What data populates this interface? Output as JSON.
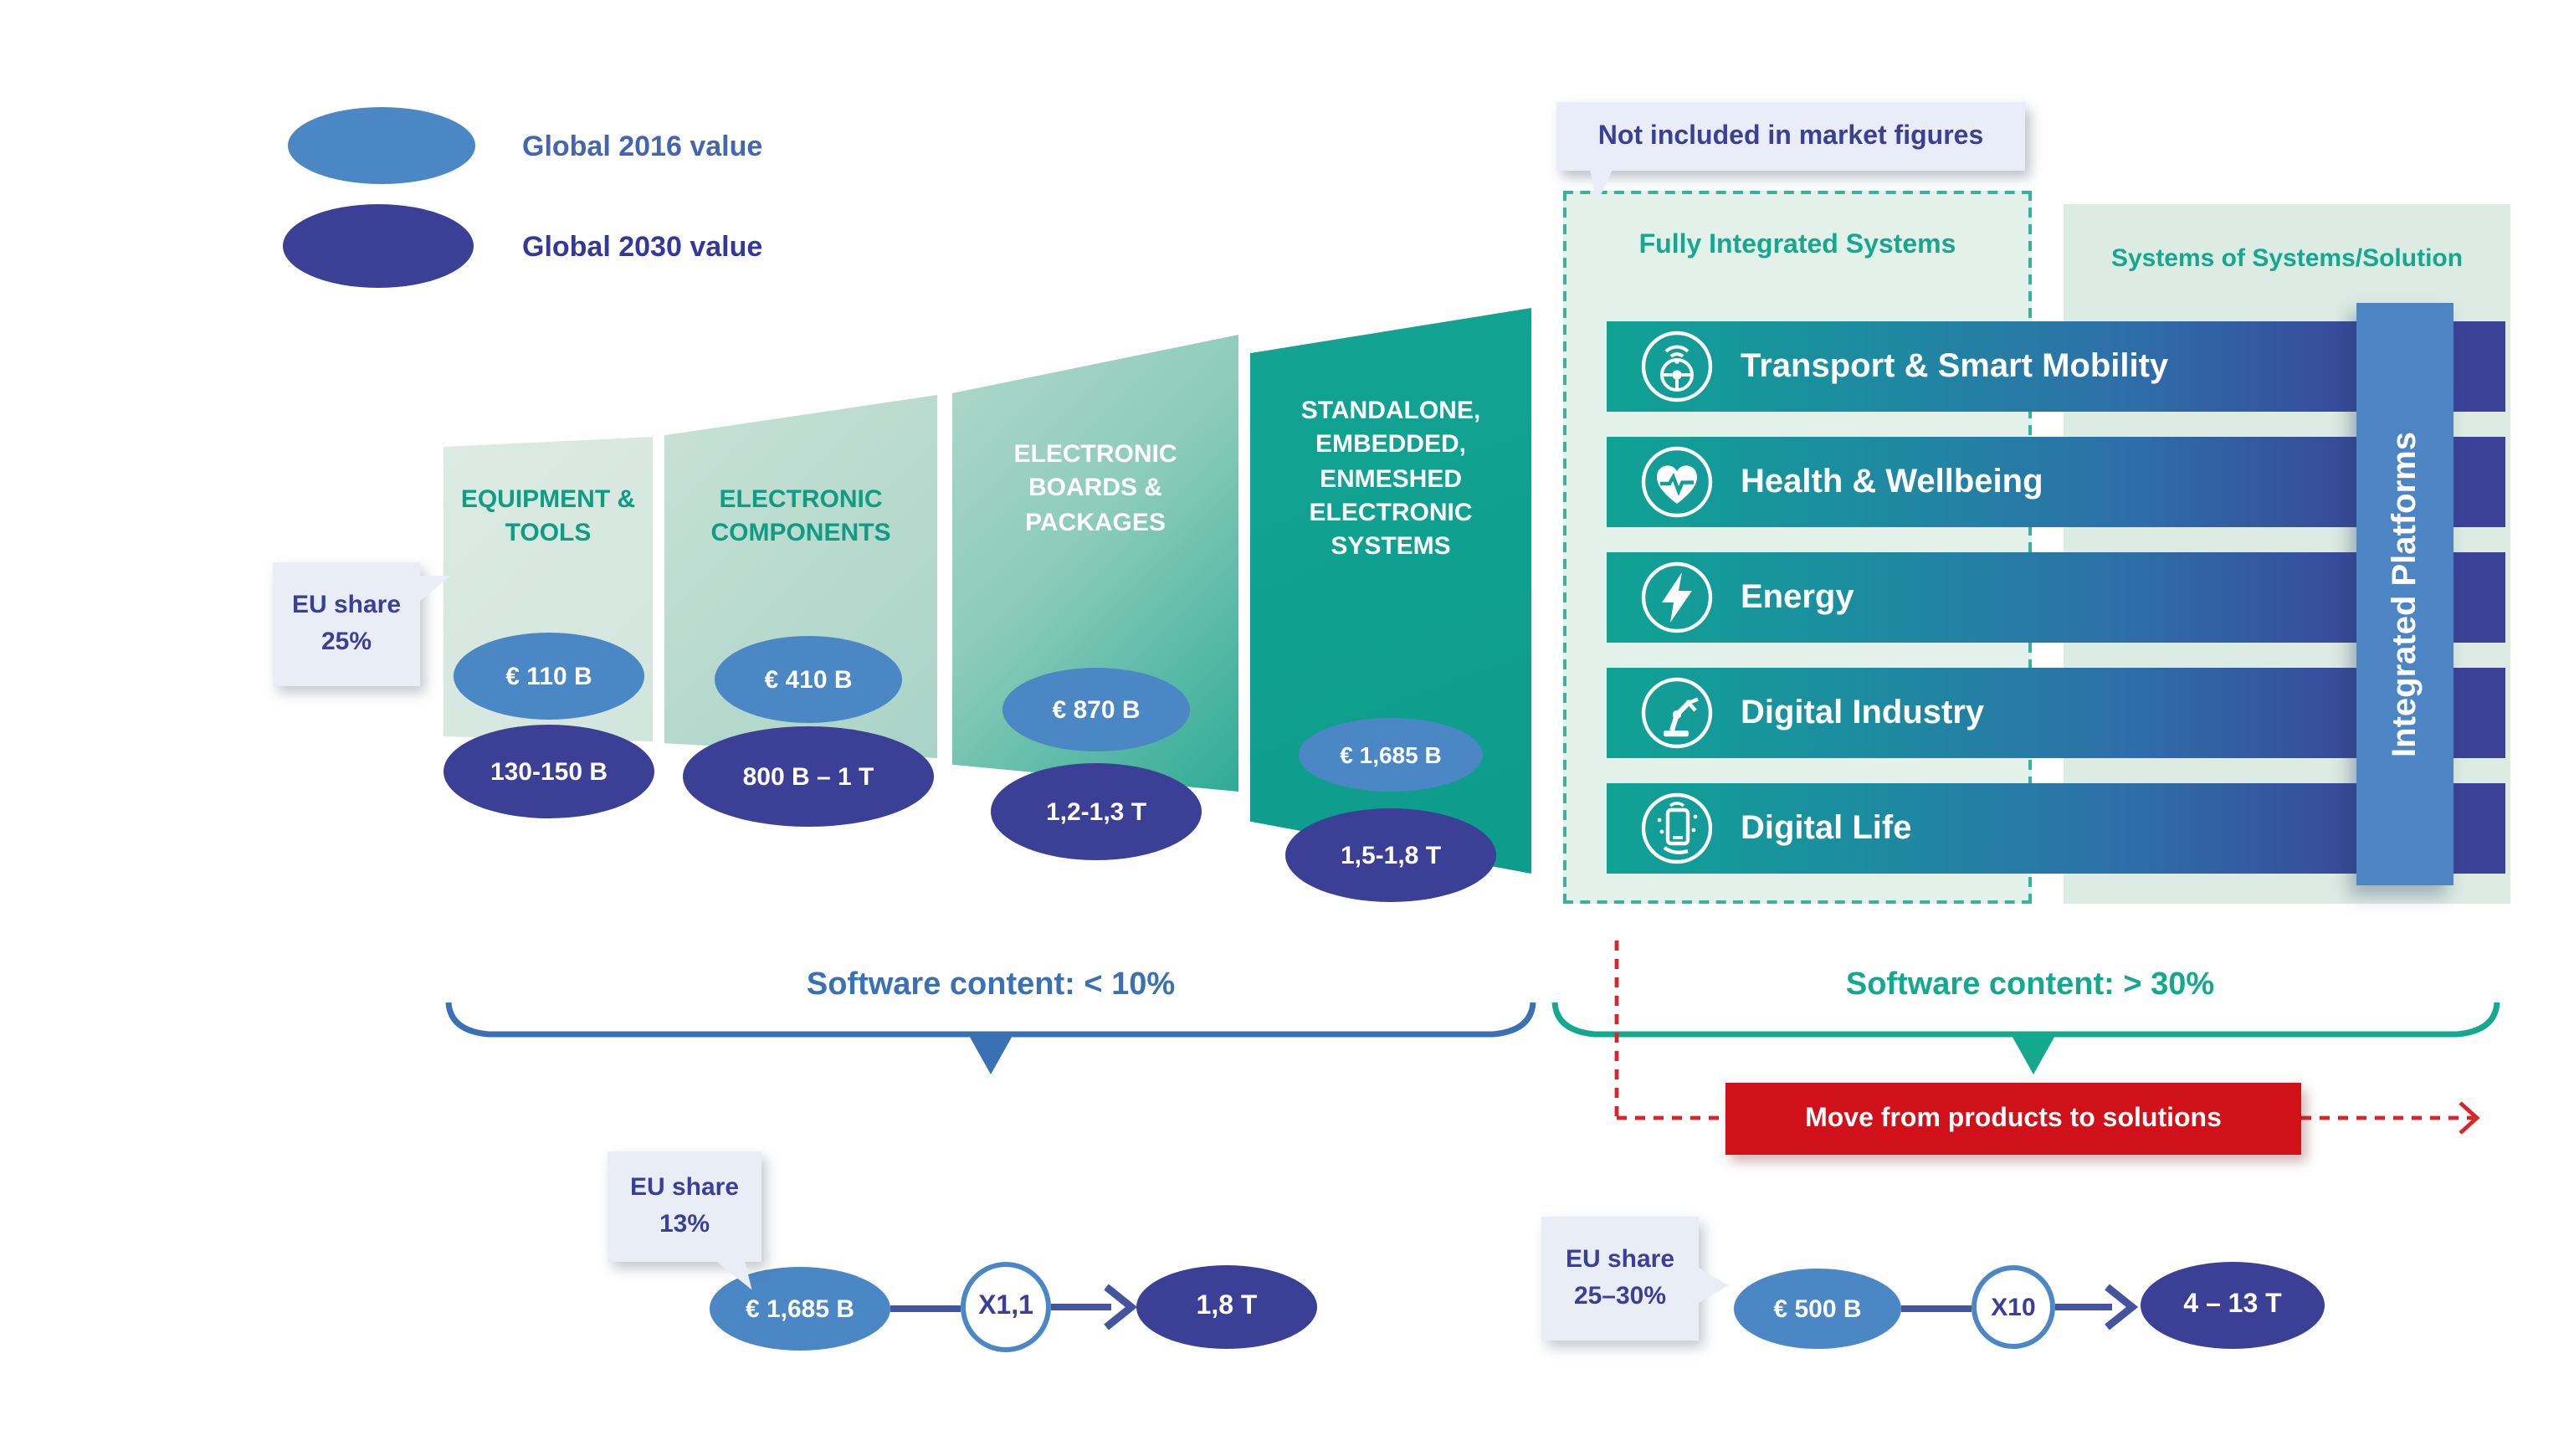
{
  "legend": {
    "items": [
      {
        "label": "Global 2016 value",
        "color": "#4A87C4",
        "text_color": "#4565AE"
      },
      {
        "label": "Global 2030 value",
        "color": "#3B4096",
        "text_color": "#33389B"
      }
    ]
  },
  "columns": [
    {
      "title": "EQUIPMENT & TOOLS",
      "value_2016": "€ 110 B",
      "value_2030": "130-150 B"
    },
    {
      "title": "ELECTRONIC COMPONENTS",
      "value_2016": "€ 410 B",
      "value_2030": "800 B – 1 T"
    },
    {
      "title": "ELECTRONIC BOARDS & PACKAGES",
      "value_2016": "€ 870 B",
      "value_2030": "1,2-1,3 T"
    },
    {
      "title": "STANDALONE, EMBEDDED, ENMESHED ELECTRONIC SYSTEMS",
      "value_2016": "€ 1,685 B",
      "value_2030": "1,5-1,8 T"
    }
  ],
  "callouts": {
    "column_eu_share": {
      "line1": "EU share",
      "line2": "25%"
    },
    "flow_left_eu_share": {
      "line1": "EU share",
      "line2": "13%"
    },
    "flow_right_eu_share": {
      "line1": "EU share",
      "line2": "25–30%"
    }
  },
  "tooltip": {
    "text": "Not included in market figures"
  },
  "panels": {
    "fully_integrated": {
      "title": "Fully Integrated Systems"
    },
    "systems_of_systems": {
      "title": "Systems of Systems/Solution"
    },
    "integrated_platforms_label": "Integrated Platforms"
  },
  "sectors": [
    {
      "label": "Transport & Smart Mobility",
      "icon": "steering-wheel-icon"
    },
    {
      "label": "Health & Wellbeing",
      "icon": "heart-pulse-icon"
    },
    {
      "label": "Energy",
      "icon": "lightning-icon"
    },
    {
      "label": "Digital Industry",
      "icon": "robot-arm-icon"
    },
    {
      "label": "Digital Life",
      "icon": "tablet-hands-icon"
    }
  ],
  "braces": {
    "left_label": "Software content: < 10%",
    "right_label": "Software content: > 30%",
    "left_color": "#3A70B4",
    "right_color": "#14A88F"
  },
  "banner": {
    "text": "Move from products to solutions",
    "color": "#D01119"
  },
  "flows": {
    "left": {
      "value_2016": "€ 1,685 B",
      "multiplier": "X1,1",
      "value_2030": "1,8 T"
    },
    "right": {
      "value_2016": "€ 500 B",
      "multiplier": "X10",
      "value_2030": "4 – 13 T"
    }
  },
  "colors": {
    "value_2016_ellipse": "#4A87C4",
    "value_2030_ellipse": "#3B4096",
    "teal": "#13A693",
    "column_header_teal": "#0F9C82",
    "red_dashed": "#D6252B",
    "callout_bg": "#E9EEF6",
    "callout_text": "#3B3F99",
    "platform_bar": "#4C84C4"
  }
}
